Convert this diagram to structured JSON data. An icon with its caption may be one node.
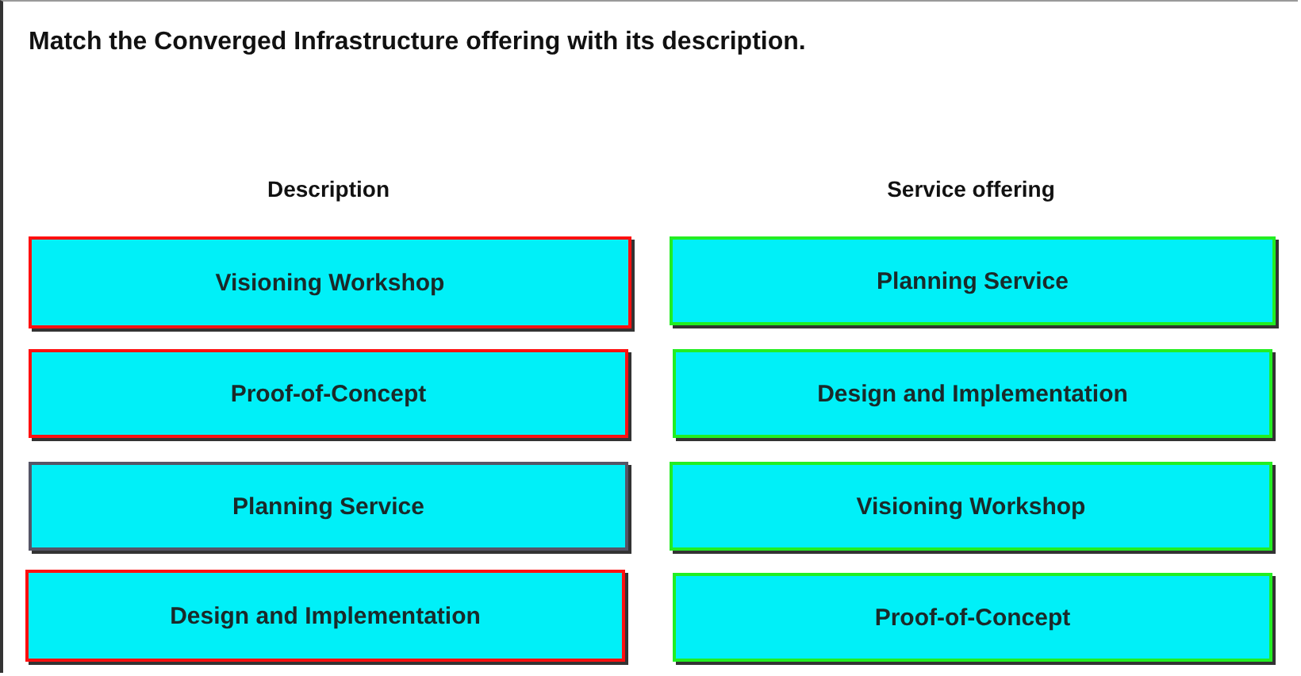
{
  "diagram": {
    "title": "Match the Converged Infrastructure offering with its description.",
    "nodes": [
      {
        "text": [
          "Visioning Workshop"
        ]
      },
      {
        "text": [
          "Planning Service"
        ]
      },
      {
        "text": [
          "Proof-of-Concept"
        ]
      },
      {
        "text": [
          "Design and Implementation"
        ]
      },
      {
        "text": [
          "Planning Service"
        ]
      },
      {
        "text": [
          "Visioning Workshop"
        ]
      },
      {
        "text": [
          "Design and Implementation"
        ]
      },
      {
        "text": [
          "Proof-of-Concept"
        ]
      }
    ],
    "labels": [
      "Description",
      "Service offering"
    ]
  }
}
